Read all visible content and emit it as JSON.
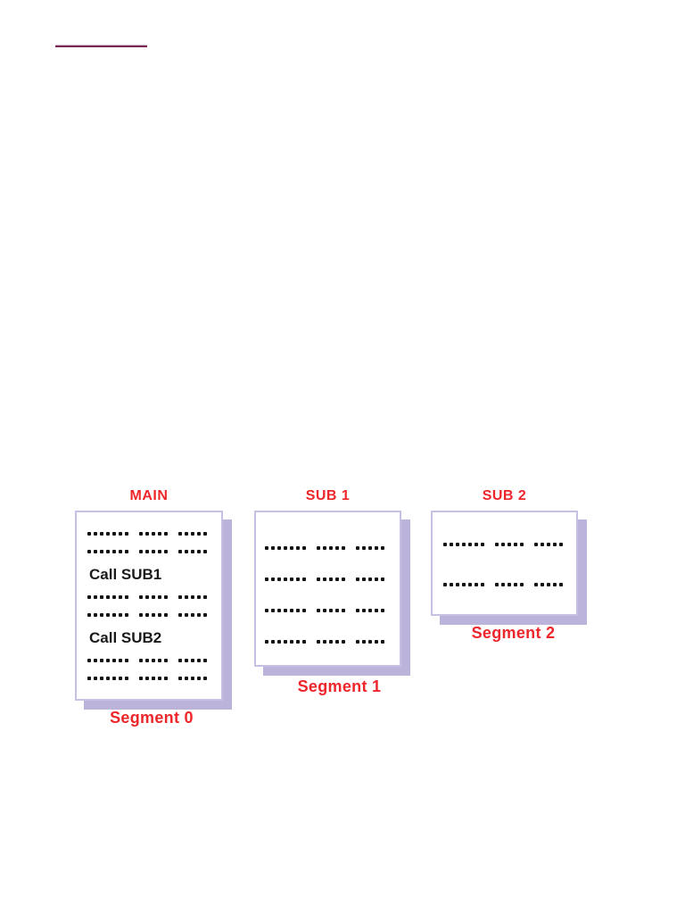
{
  "colors": {
    "accent_red": "#ed262b",
    "box_border": "#c6c0e2",
    "box_shadow": "#bcb3db",
    "rule_dark": "#7d2553",
    "rule_light": "#cfb9c6",
    "dots": "#111111",
    "call_text": "#1a1a1a"
  },
  "diagram": {
    "boxes": [
      {
        "title": "MAIN",
        "segment_label": "Segment 0",
        "rows": [
          "dots",
          "dots",
          "Call SUB1",
          "dots",
          "dots",
          "Call SUB2",
          "dots",
          "dots"
        ]
      },
      {
        "title": "SUB 1",
        "segment_label": "Segment 1",
        "rows": [
          "dots",
          "dots",
          "dots",
          "dots"
        ]
      },
      {
        "title": "SUB 2",
        "segment_label": "Segment 2",
        "rows": [
          "dots",
          "dots"
        ]
      }
    ],
    "dot_pattern": [
      7,
      5,
      5
    ]
  }
}
